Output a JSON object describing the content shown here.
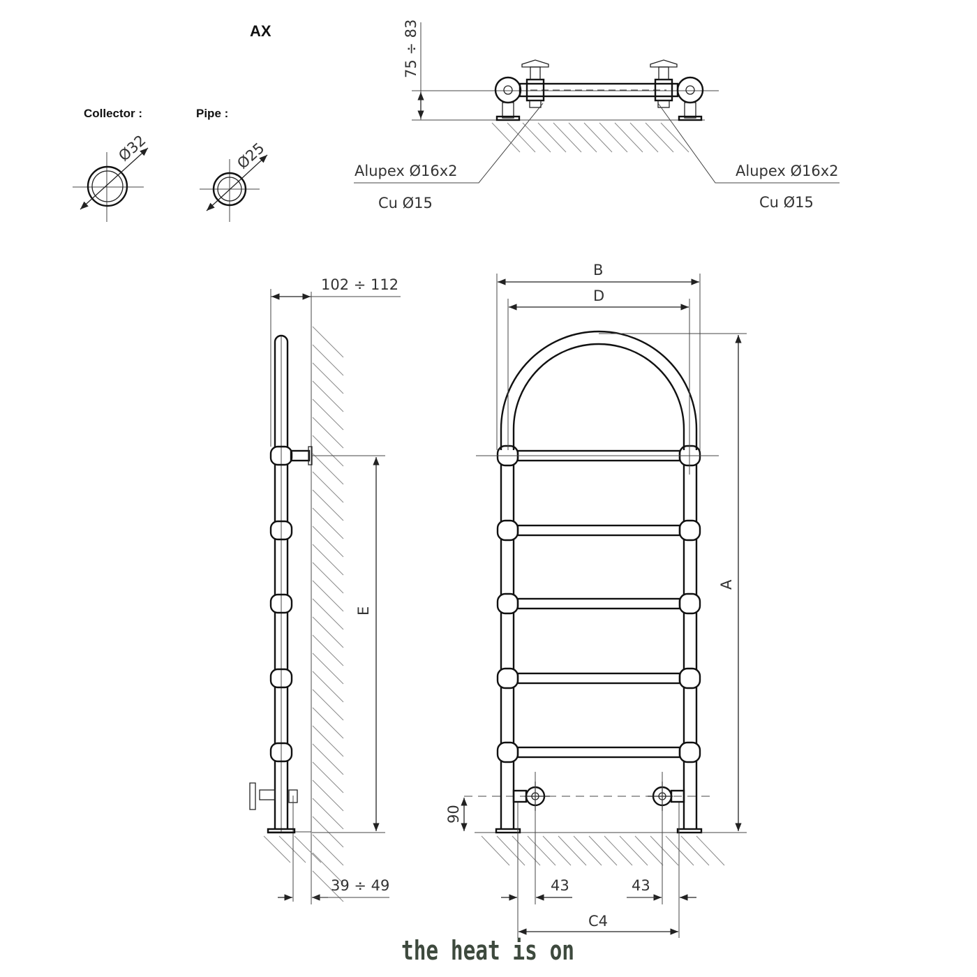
{
  "title": "AX",
  "collector": {
    "label": "Collector :",
    "diameter": "Ø32"
  },
  "pipe": {
    "label": "Pipe :",
    "diameter": "Ø25"
  },
  "connections": {
    "left": {
      "alupex": "Alupex Ø16x2",
      "cu": "Cu Ø15"
    },
    "right": {
      "alupex": "Alupex Ø16x2",
      "cu": "Cu Ø15"
    }
  },
  "dimensions": {
    "valve_height": "75 ÷ 83",
    "wall_distance": "102 ÷ 112",
    "floor_offset": "39 ÷ 49",
    "b": "B",
    "d": "D",
    "a": "A",
    "e": "E",
    "h90": "90",
    "left43": "43",
    "right43": "43",
    "c4": "C4"
  },
  "brand": "the heat is on"
}
